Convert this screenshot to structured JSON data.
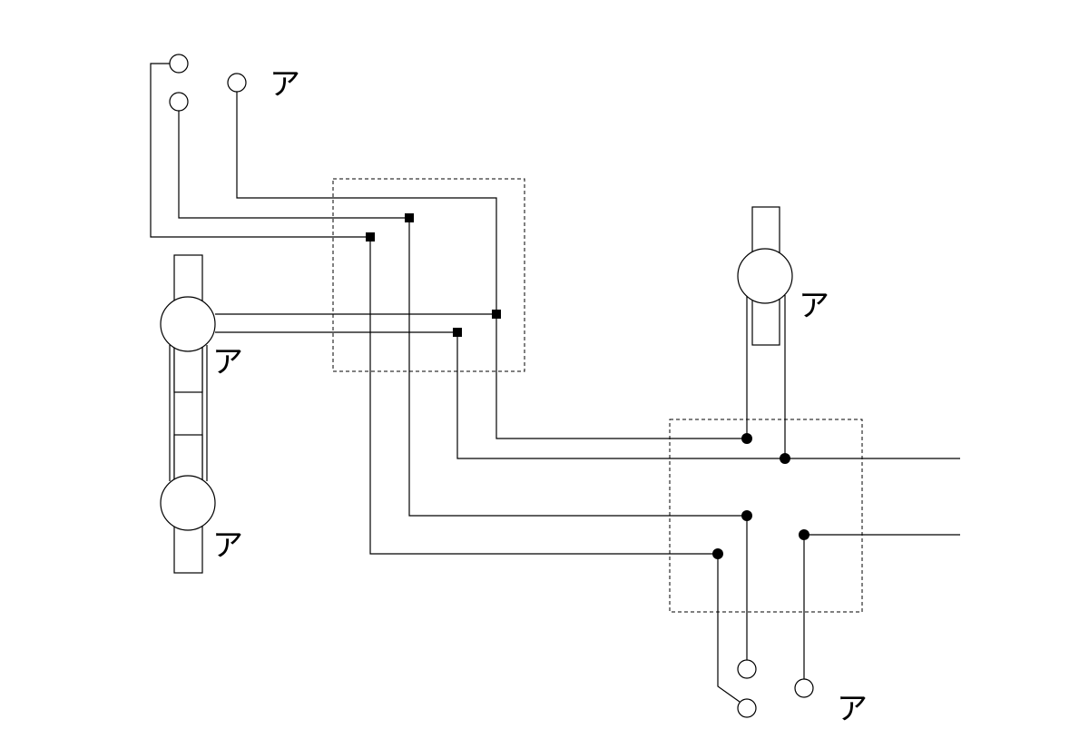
{
  "labels": {
    "switch_top_left": "ア",
    "lamp_left_upper": "ア",
    "lamp_left_lower": "ア",
    "lamp_right_upper": "ア",
    "switch_bottom_right": "ア"
  }
}
